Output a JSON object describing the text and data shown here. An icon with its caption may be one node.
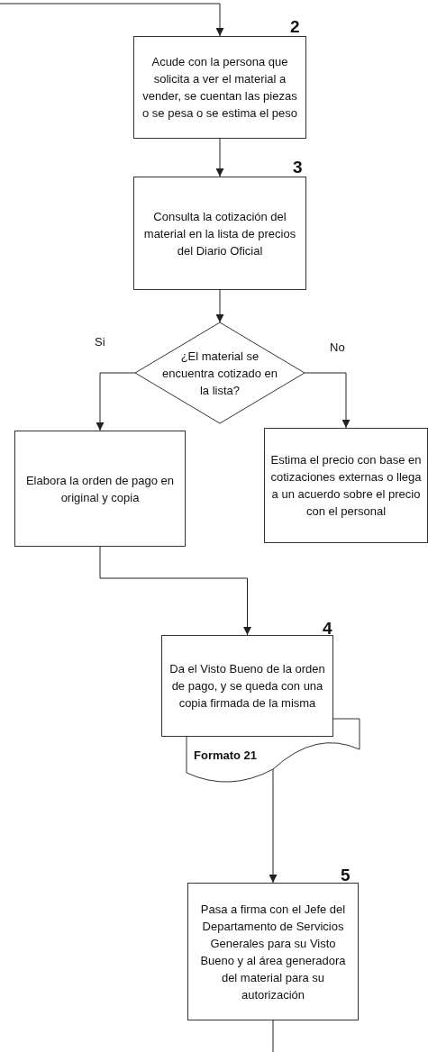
{
  "diagram": {
    "nodes": [
      {
        "text": [
          "Acude con la persona que solicita a ver el material a vender, se cuentan las piezas o se pesa o se estima el peso"
        ],
        "beside": [
          "2"
        ]
      },
      {
        "text": [
          "Consulta la cotización del material en la lista de precios del Diario Oficial"
        ],
        "beside": [
          "3"
        ]
      },
      {
        "text": [
          "¿El material se encuentra cotizado en la lista?"
        ]
      },
      {
        "text": [
          "Elabora la orden de pago en original y copia"
        ]
      },
      {
        "text": [
          "Estima el precio con base en cotizaciones externas o llega a un acuerdo sobre el precio con el personal"
        ]
      },
      {
        "text": [
          "Da el Visto Bueno de la orden de pago,  y se queda con una copia firmada de la misma"
        ],
        "beside": [
          "4"
        ]
      },
      {
        "text": [
          "Formato 21"
        ]
      },
      {
        "text": [
          "Pasa a firma con el Jefe del Departamento de Servicios Generales para su Visto Bueno y al área generadora del material para su autorización"
        ],
        "beside": [
          "5"
        ]
      }
    ],
    "edges": [
      {
        "from": null,
        "to": 0,
        "arrow": "to"
      },
      {
        "from": 0,
        "to": 1,
        "arrow": "to"
      },
      {
        "from": 1,
        "to": 2,
        "arrow": "to"
      },
      {
        "from": 2,
        "to": 3,
        "arrow": "to",
        "label": "Si"
      },
      {
        "from": 2,
        "to": 4,
        "arrow": "to",
        "label": "No"
      },
      {
        "from": 3,
        "to": 5,
        "arrow": "to"
      },
      {
        "from": 6,
        "to": 7,
        "arrow": "to"
      },
      {
        "from": 7,
        "to": null,
        "arrow": "none"
      }
    ]
  }
}
